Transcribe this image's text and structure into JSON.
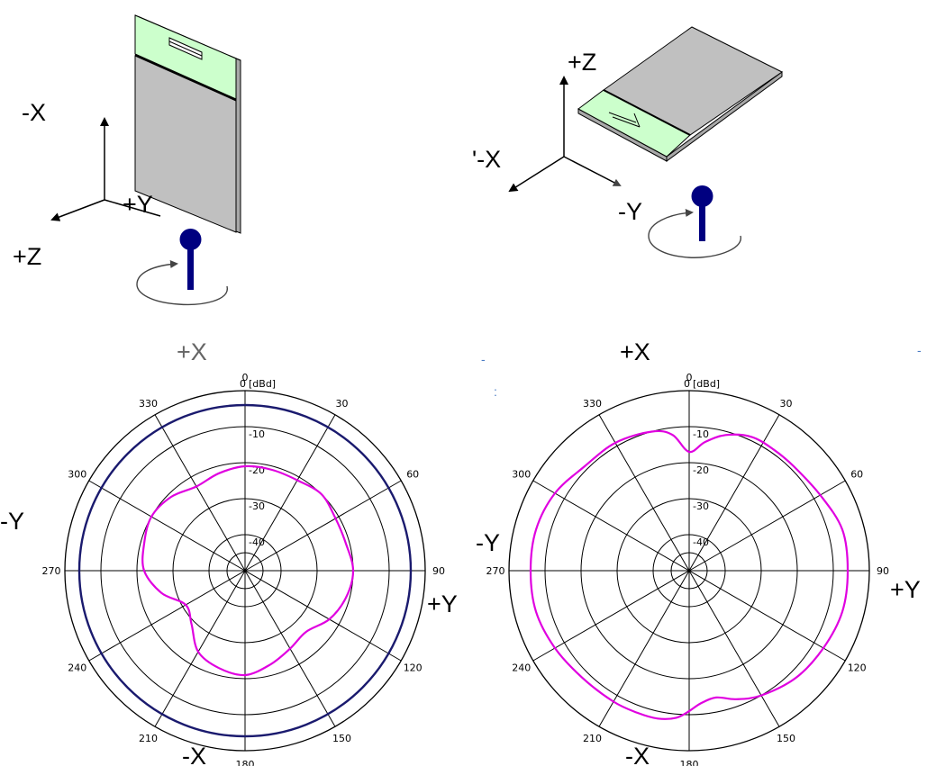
{
  "diagram": {
    "left_setup": {
      "axis_labels": [
        "-X",
        "+Y",
        "+Z"
      ]
    },
    "right_setup": {
      "axis_labels": [
        "+Z",
        "'-X",
        "-Y"
      ]
    },
    "colors": {
      "pattern": "#e000e0",
      "reference_circle": "#1a1a6e",
      "device_body": "#c0c0c0",
      "device_top": "#ccffcc",
      "antenna": "#000080"
    },
    "icons": [
      "device-icon",
      "antenna-icon",
      "rotation-arrow-icon"
    ]
  },
  "polar_left": {
    "direction_labels": {
      "top": "+X",
      "bottom": "-X",
      "left": "-Y",
      "right": "+Y"
    },
    "side_mark": "-",
    "extra_mark": ":",
    "unit_label": "[dBd]"
  },
  "polar_right": {
    "direction_labels": {
      "top": "+X",
      "bottom": "-X",
      "left": "-Y",
      "right": "+Y"
    },
    "side_mark": "-",
    "unit_label": "[dBd]"
  },
  "chart_data": [
    {
      "type": "line",
      "name": "polar-left",
      "radial_ticks": [
        0,
        -10,
        -20,
        -30,
        -40
      ],
      "angle_ticks": [
        0,
        30,
        60,
        90,
        120,
        150,
        180,
        210,
        240,
        270,
        300,
        330
      ],
      "angle_tick_labels": [
        "0",
        "30",
        "60",
        "90",
        "120",
        "150",
        "180",
        "210",
        "240",
        "270",
        "300",
        "330"
      ],
      "radial_tick_labels": [
        "0",
        "-10",
        "-20",
        "-30",
        "-40"
      ],
      "rlim": [
        -50,
        0
      ],
      "series": [
        {
          "role": "reference",
          "angle_deg": [
            0,
            30,
            60,
            90,
            120,
            150,
            180,
            210,
            240,
            270,
            300,
            330,
            360
          ],
          "value_dbd": [
            -4,
            -4,
            -4,
            -4,
            -4,
            -4,
            -4,
            -4,
            -4,
            -4,
            -4,
            -4,
            -4
          ]
        },
        {
          "role": "pattern",
          "angle_deg": [
            0,
            15,
            30,
            45,
            60,
            75,
            90,
            105,
            120,
            135,
            150,
            165,
            180,
            195,
            210,
            225,
            240,
            255,
            270,
            285,
            300,
            315,
            330,
            345,
            360
          ],
          "value_dbd": [
            -21,
            -21,
            -21,
            -20,
            -21,
            -21,
            -20,
            -21,
            -23,
            -26,
            -25,
            -23,
            -21,
            -22,
            -24,
            -29,
            -31,
            -26,
            -22,
            -21,
            -20,
            -21,
            -23,
            -22,
            -21
          ]
        }
      ]
    },
    {
      "type": "line",
      "name": "polar-right",
      "radial_ticks": [
        0,
        -10,
        -20,
        -30,
        -40
      ],
      "angle_ticks": [
        0,
        30,
        60,
        90,
        120,
        150,
        180,
        210,
        240,
        270,
        300,
        330
      ],
      "angle_tick_labels": [
        "0",
        "30",
        "60",
        "90",
        "120",
        "150",
        "180",
        "210",
        "240",
        "270",
        "300",
        "330"
      ],
      "radial_tick_labels": [
        "0",
        "-10",
        "-20",
        "-30",
        "-40"
      ],
      "rlim": [
        -50,
        0
      ],
      "series": [
        {
          "role": "pattern",
          "angle_deg": [
            0,
            7,
            15,
            25,
            35,
            45,
            60,
            75,
            90,
            105,
            120,
            135,
            150,
            160,
            168,
            175,
            180,
            185,
            192,
            200,
            210,
            225,
            240,
            255,
            270,
            285,
            300,
            315,
            330,
            345,
            353,
            360
          ],
          "value_dbd": [
            -17,
            -14,
            -11,
            -9,
            -9,
            -9,
            -8,
            -6,
            -6,
            -6,
            -7,
            -8,
            -10,
            -12,
            -14,
            -13,
            -11,
            -9,
            -8,
            -8,
            -8,
            -8,
            -7,
            -6,
            -6,
            -6,
            -7,
            -9,
            -9,
            -10,
            -12,
            -17
          ]
        }
      ]
    }
  ]
}
